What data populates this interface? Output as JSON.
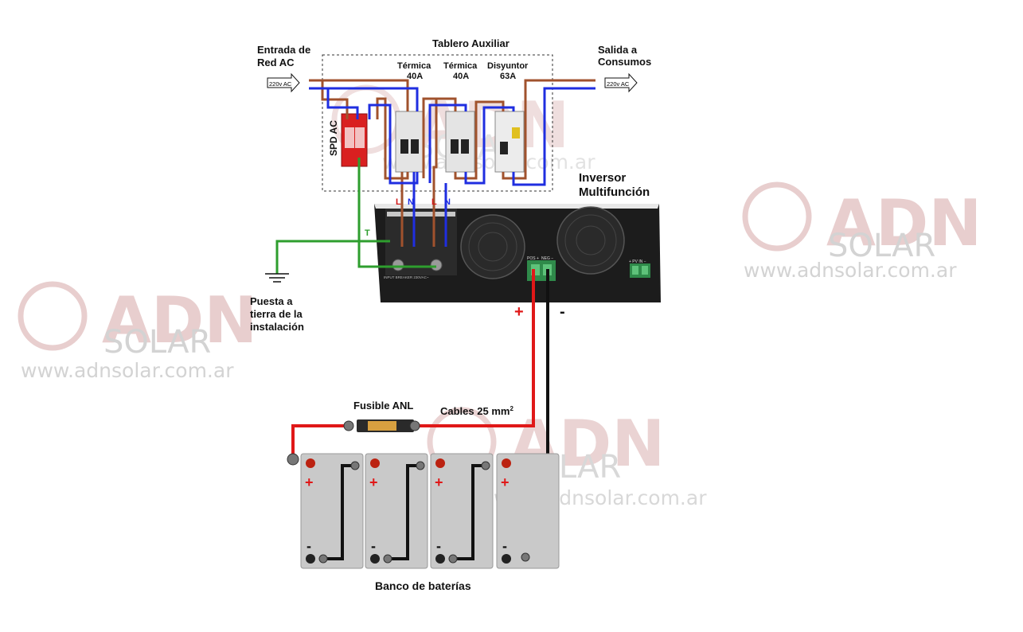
{
  "labels": {
    "grid_input": [
      "Entrada de",
      "Red AC"
    ],
    "aux_panel": "Tablero Auxiliar",
    "output": [
      "Salida a",
      "Consumos"
    ],
    "breaker1": [
      "Térmica",
      "40A"
    ],
    "breaker2": [
      "Térmica",
      "40A"
    ],
    "rcd": [
      "Disyuntor",
      "63A"
    ],
    "spd": "SPD AC",
    "inverter": [
      "Inversor",
      "Multifunción"
    ],
    "grounding": [
      "Puesta a",
      "tierra de la",
      "instalación"
    ],
    "fuse": "Fusible ANL",
    "cables": "Cables 25 mm",
    "cables_sup": "2",
    "battery_bank": "Banco de baterías",
    "ac_in_tag": "220v AC",
    "ac_out_tag": "220v AC",
    "L1": "L",
    "N1": "N",
    "L2": "L",
    "N2": "N",
    "T": "T",
    "inv_plus": "+",
    "inv_minus": "-",
    "bat_plus": "+",
    "bat_minus": "-",
    "inv_pos": "POS +",
    "inv_neg": "NEG −",
    "inv_pv": "+ PV IN −",
    "inv_input": "INPUT BREAKER 230VAC~"
  },
  "watermark": {
    "brand": "ADN",
    "sub": "SOLAR",
    "url": "www.adnsolar.com.ar"
  },
  "colors": {
    "phase": "#a0522d",
    "neutral": "#1f2ee0",
    "earth": "#2e9e2e",
    "dc_pos": "#e01818",
    "dc_neg": "#111111"
  }
}
